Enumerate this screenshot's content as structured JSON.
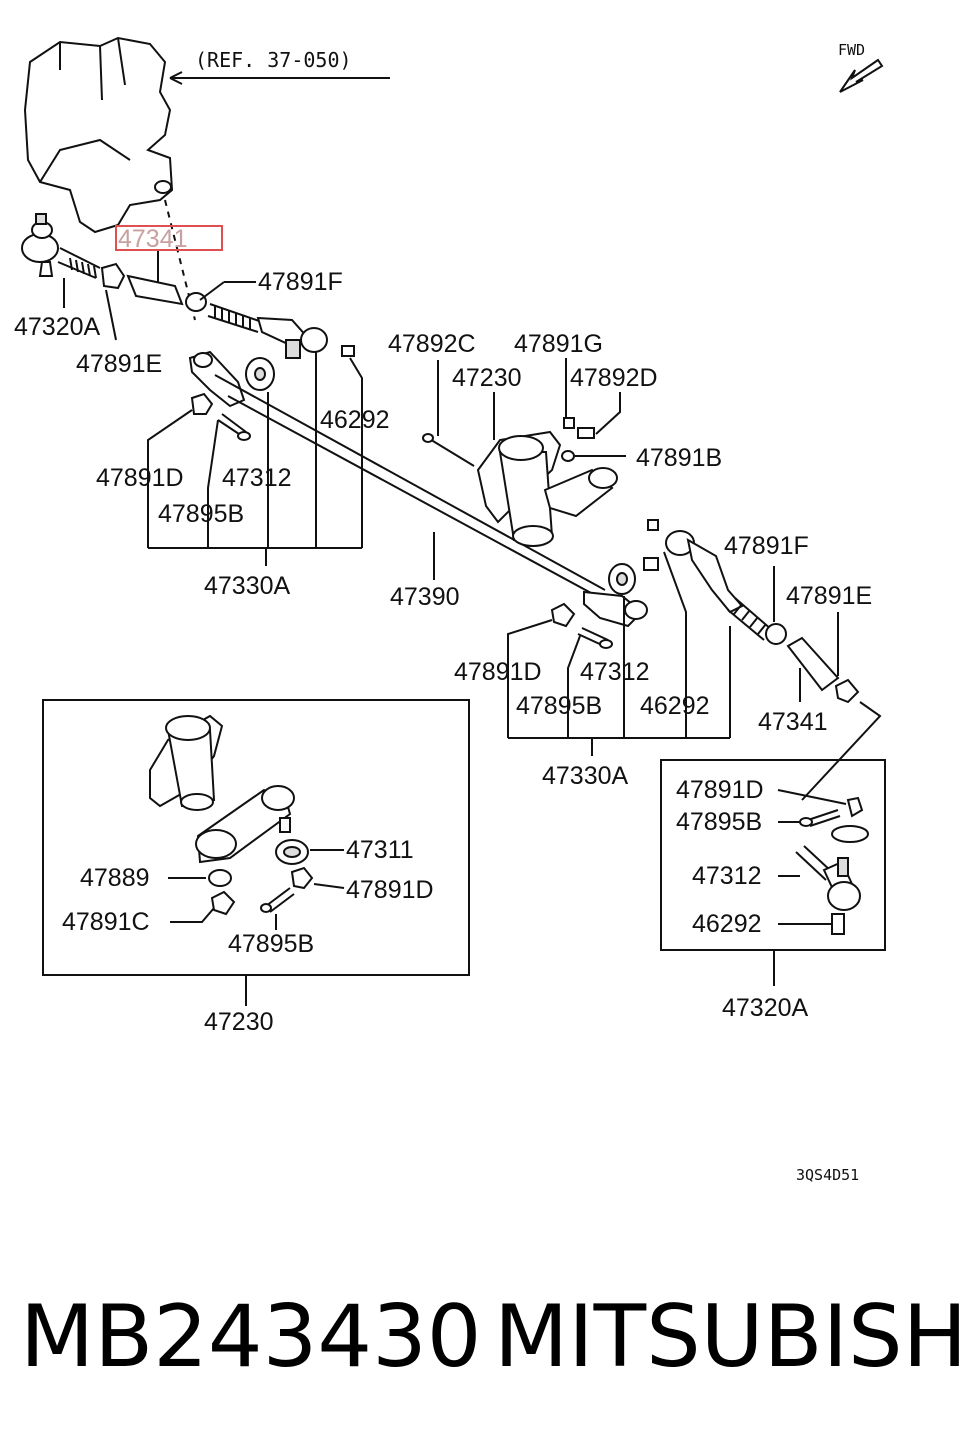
{
  "reference": "(REF. 37-050)",
  "direction": "FWD",
  "highlight": {
    "part": "47341",
    "color": "#e05050"
  },
  "labels": {
    "tie_rod_end_left": "47320A",
    "lock_nut_e_left": "47891E",
    "adjust_tube_left": "47341",
    "lock_nut_f_left": "47891F",
    "nut_c": "47892C",
    "idler_arm_top": "47230",
    "nut_g": "47891G",
    "nut_d": "47892D",
    "nut_b": "47891B",
    "castle_nut_left": "47891D",
    "cotter_pin_left": "47895B",
    "dust_cover_left": "47312",
    "grease_fitting_left": "46292",
    "tie_rod_assy_left": "47330A",
    "relay_rod": "47390",
    "lock_nut_f_right": "47891F",
    "lock_nut_e_right": "47891E",
    "adjust_tube_right": "47341",
    "castle_nut_mid": "47891D",
    "dust_cover_mid": "47312",
    "cotter_pin_mid": "47895B",
    "grease_fitting_mid": "46292",
    "tie_rod_assy_right": "47330A",
    "idler_bushing": "47311",
    "idler_nut": "47889",
    "idler_castle_nut": "47891D",
    "idler_lock_nut": "47891C",
    "idler_cotter_pin": "47895B",
    "idler_arm_assy": "47230",
    "inset_castle_nut": "47891D",
    "inset_cotter_pin": "47895B",
    "inset_dust_cover": "47312",
    "inset_grease_fitting": "46292",
    "tie_rod_end_right": "47320A"
  },
  "figure_code": "3QS4D51",
  "footer": {
    "part_number": "MB243430",
    "brand": "MITSUBISHI"
  }
}
